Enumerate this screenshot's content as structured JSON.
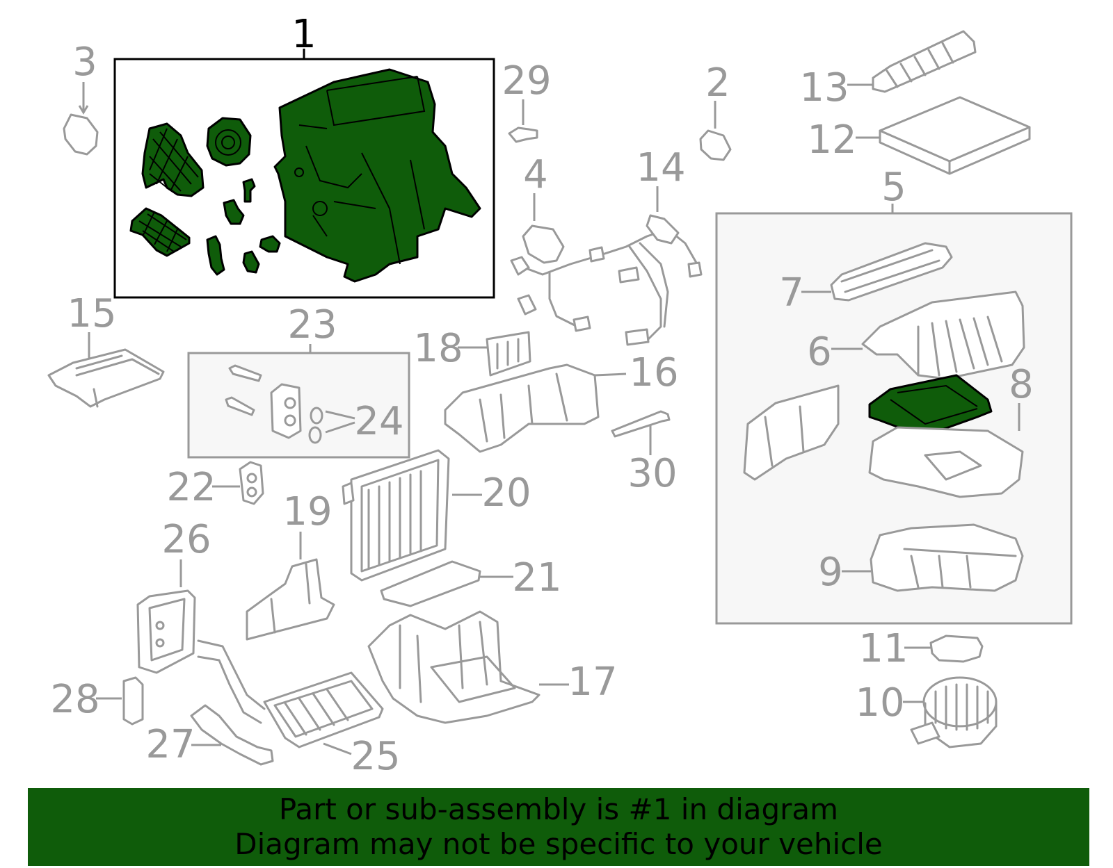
{
  "callouts": [
    {
      "id": "c1",
      "label": "1"
    },
    {
      "id": "c2",
      "label": "2"
    },
    {
      "id": "c3",
      "label": "3"
    },
    {
      "id": "c4",
      "label": "4"
    },
    {
      "id": "c5",
      "label": "5"
    },
    {
      "id": "c6",
      "label": "6"
    },
    {
      "id": "c7",
      "label": "7"
    },
    {
      "id": "c8",
      "label": "8"
    },
    {
      "id": "c9",
      "label": "9"
    },
    {
      "id": "c10",
      "label": "10"
    },
    {
      "id": "c11",
      "label": "11"
    },
    {
      "id": "c12",
      "label": "12"
    },
    {
      "id": "c13",
      "label": "13"
    },
    {
      "id": "c14",
      "label": "14"
    },
    {
      "id": "c15",
      "label": "15"
    },
    {
      "id": "c16",
      "label": "16"
    },
    {
      "id": "c17",
      "label": "17"
    },
    {
      "id": "c18",
      "label": "18"
    },
    {
      "id": "c19",
      "label": "19"
    },
    {
      "id": "c20",
      "label": "20"
    },
    {
      "id": "c21",
      "label": "21"
    },
    {
      "id": "c22",
      "label": "22"
    },
    {
      "id": "c23",
      "label": "23"
    },
    {
      "id": "c24",
      "label": "24"
    },
    {
      "id": "c25",
      "label": "25"
    },
    {
      "id": "c26",
      "label": "26"
    },
    {
      "id": "c27",
      "label": "27"
    },
    {
      "id": "c28",
      "label": "28"
    },
    {
      "id": "c29",
      "label": "29"
    },
    {
      "id": "c30",
      "label": "30"
    }
  ],
  "highlight": {
    "part": "1",
    "color": "#0f5c0a"
  },
  "footer": {
    "line1": "Part or sub-assembly is #1 in diagram",
    "line2": "Diagram may not be specific to your vehicle",
    "background": "#0f5c0a"
  }
}
